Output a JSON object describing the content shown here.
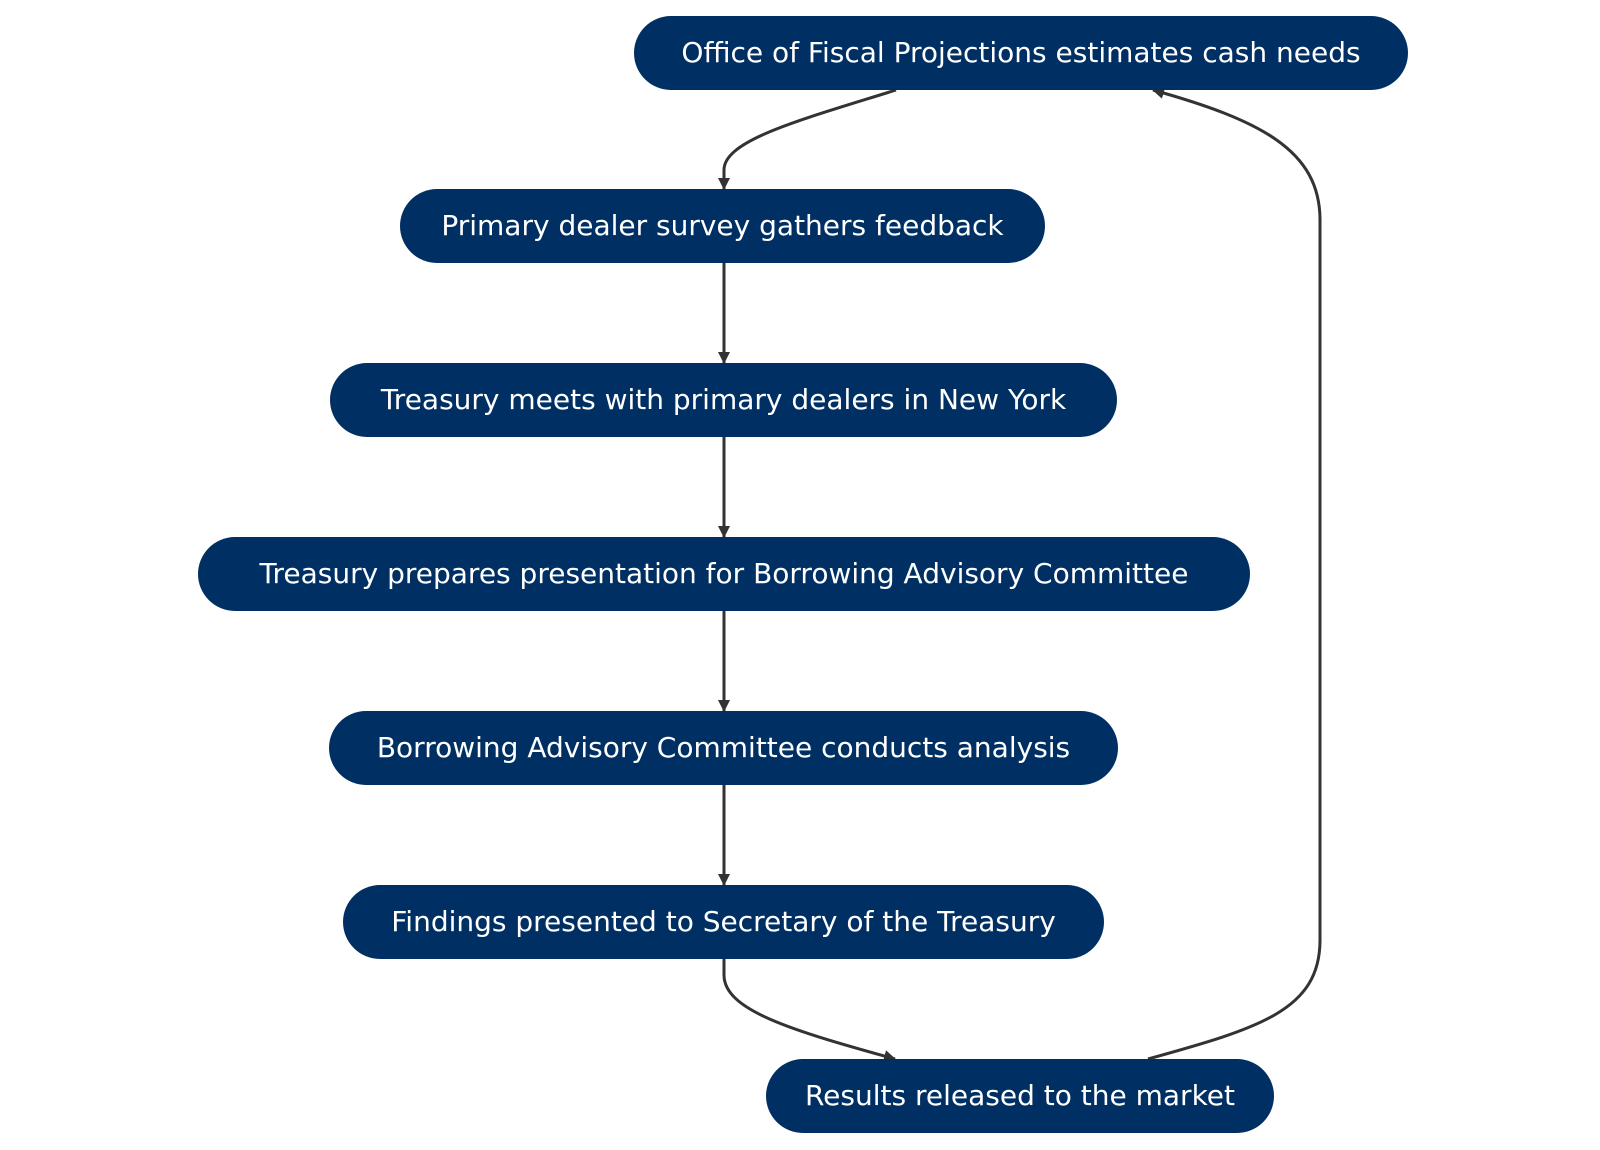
{
  "colors": {
    "node_fill": "#003063",
    "node_text": "#ffffff",
    "edge": "#333333",
    "background": "#ffffff"
  },
  "nodes": [
    {
      "id": "estimate",
      "label": "Office of Fiscal Projections estimates cash needs"
    },
    {
      "id": "survey",
      "label": "Primary dealer survey gathers feedback"
    },
    {
      "id": "meet",
      "label": "Treasury meets with primary dealers in New York"
    },
    {
      "id": "prepare",
      "label": "Treasury prepares presentation for Borrowing Advisory Committee"
    },
    {
      "id": "analysis",
      "label": "Borrowing Advisory Committee conducts analysis"
    },
    {
      "id": "findings",
      "label": "Findings presented to Secretary of the Treasury"
    },
    {
      "id": "release",
      "label": "Results released to the market"
    }
  ],
  "edges": [
    {
      "from": "estimate",
      "to": "survey"
    },
    {
      "from": "survey",
      "to": "meet"
    },
    {
      "from": "meet",
      "to": "prepare"
    },
    {
      "from": "prepare",
      "to": "analysis"
    },
    {
      "from": "analysis",
      "to": "findings"
    },
    {
      "from": "findings",
      "to": "release"
    },
    {
      "from": "release",
      "to": "estimate"
    }
  ]
}
